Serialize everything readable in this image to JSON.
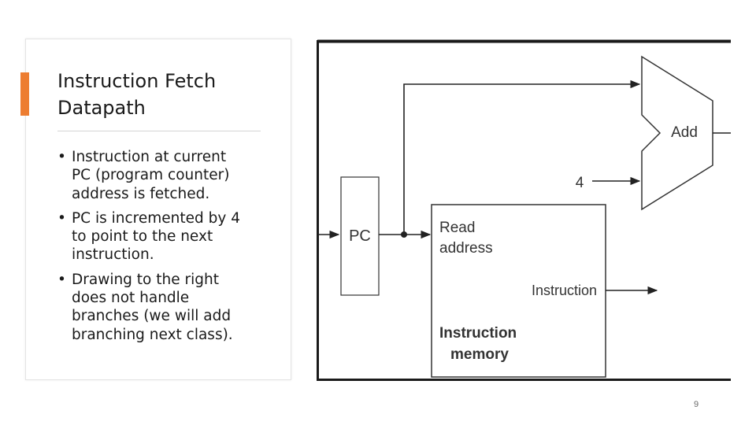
{
  "slide": {
    "title_lines": [
      "Instruction Fetch",
      "Datapath"
    ],
    "bullets": [
      {
        "lines": [
          "Instruction at current",
          "PC (program counter)",
          "address is fetched."
        ]
      },
      {
        "lines": [
          "PC is incremented by 4",
          "to point to the next",
          "instruction."
        ]
      },
      {
        "lines": [
          "Drawing to the right",
          "does not handle",
          "branches (we will add",
          "branching next class)."
        ]
      }
    ],
    "page_number": "9"
  },
  "diagram": {
    "pc_label": "PC",
    "add_label": "Add",
    "constant_label": "4",
    "read_address_lines": [
      "Read",
      "address"
    ],
    "instruction_label": "Instruction",
    "memory_label_lines": [
      "Instruction",
      "memory"
    ]
  }
}
